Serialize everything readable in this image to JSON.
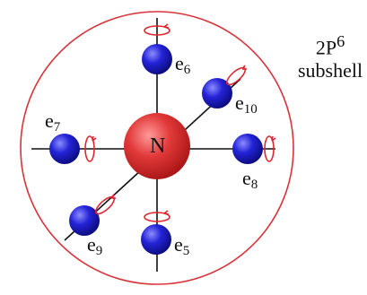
{
  "nucleus": {
    "label": "N",
    "color": "#e23a3a"
  },
  "shell": {
    "color": "#d9333a"
  },
  "electron_color": "#2424d8",
  "spin_arrow_color": "#e0262f",
  "caption": {
    "line1_base": "2P",
    "line1_sup": "6",
    "line2": "subshell"
  },
  "electrons": [
    {
      "id": "e6",
      "base": "e",
      "sub": "6"
    },
    {
      "id": "e10",
      "base": "e",
      "sub": "10"
    },
    {
      "id": "e7",
      "base": "e",
      "sub": "7"
    },
    {
      "id": "e8",
      "base": "e",
      "sub": "8"
    },
    {
      "id": "e9",
      "base": "e",
      "sub": "9"
    },
    {
      "id": "e5",
      "base": "e",
      "sub": "5"
    }
  ]
}
